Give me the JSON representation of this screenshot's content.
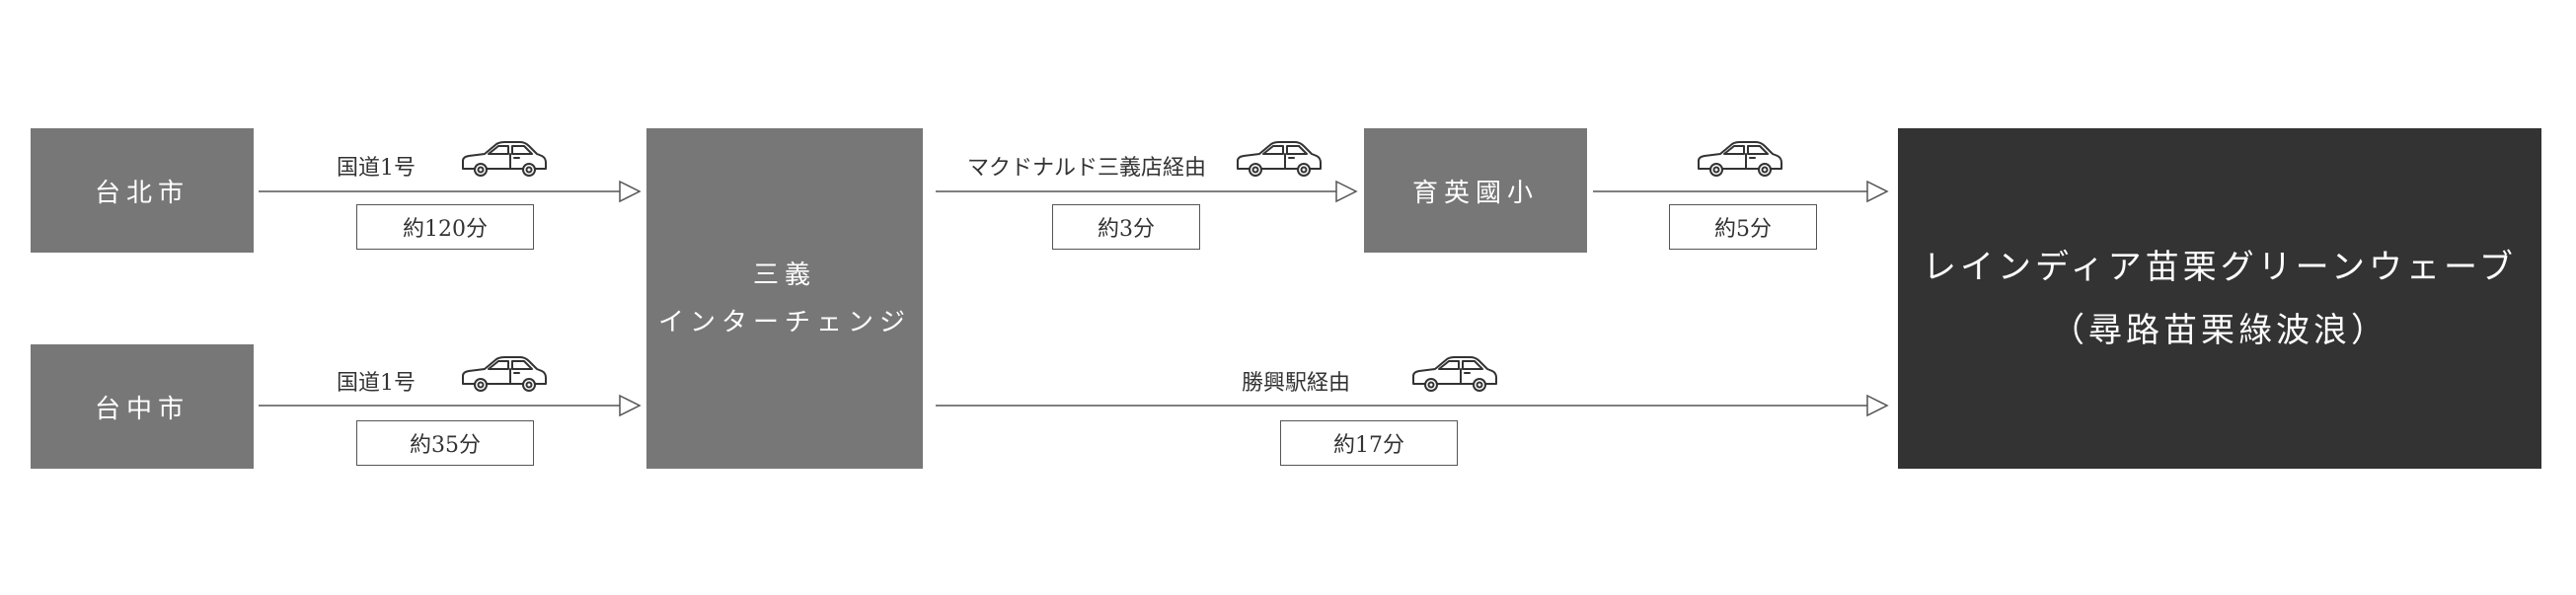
{
  "nodes": {
    "taipei": "台北市",
    "taichung": "台中市",
    "interchange_line1": "三義",
    "interchange_line2": "インターチェンジ",
    "school": "育英國小",
    "dest_line1": "レインディア苗栗グリーンウェーブ",
    "dest_line2": "（尋路苗栗綠波浪）"
  },
  "routes": {
    "taipei_road": "国道1号",
    "taipei_time": "約120分",
    "taichung_road": "国道1号",
    "taichung_time": "約35分",
    "via_mcdonalds": "マクドナルド三義店経由",
    "via_mcdonalds_time": "約3分",
    "school_time": "約5分",
    "via_shengxing": "勝興駅経由",
    "via_shengxing_time": "約17分"
  },
  "colors": {
    "node_gray": "#777777",
    "node_dark": "#333333",
    "line": "#555555"
  },
  "icons": [
    "car-icon"
  ]
}
